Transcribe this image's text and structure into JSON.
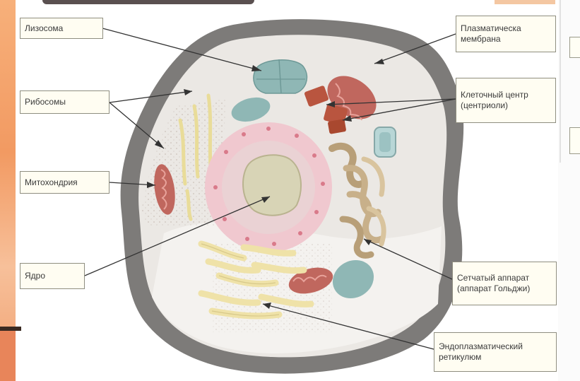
{
  "labels": {
    "lysosome": "Лизосома",
    "ribosomes": "Рибосомы",
    "mitochondrion": "Митохондрия",
    "nucleus": "Ядро",
    "plasma_membrane": "Плазматическа\nмембрана",
    "cell_center": "Клеточный центр\n(центриоли)",
    "golgi": "Сетчатый аппарат\n(аппарат Гольджи)",
    "er": "Эндоплазматический\nретикулюм"
  },
  "colors": {
    "membrane": "#7d7b79",
    "cytoplasm": "#ebe8e4",
    "nucleus_envelope": "#f0c8cf",
    "nucleolus": "#d8d4b6",
    "mitochondria": "#c0675e",
    "lysosome": "#8fb7b5",
    "golgi": "#c8b08a",
    "er": "#efe2a8",
    "label_bg": "#fffdf2"
  }
}
